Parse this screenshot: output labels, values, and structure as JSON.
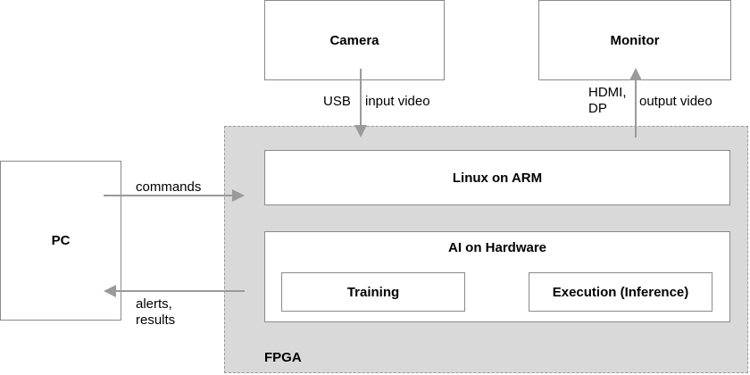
{
  "nodes": {
    "camera": "Camera",
    "monitor": "Monitor",
    "pc": "PC",
    "linux": "Linux on ARM",
    "ai": "AI on Hardware",
    "training": "Training",
    "execution": "Execution (Inference)",
    "fpga": "FPGA"
  },
  "edges": {
    "usb": "USB",
    "input_video": "input video",
    "hdmi_dp": "HDMI,\nDP",
    "output_video": "output video",
    "commands": "commands",
    "alerts_results": "alerts,\nresults"
  },
  "colors": {
    "fpga_fill": "#d9d9d9",
    "arrow": "#9a9a9a",
    "border": "#8a8a8a"
  }
}
